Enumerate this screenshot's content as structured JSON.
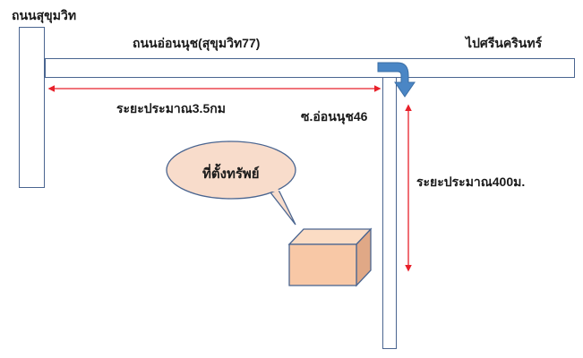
{
  "roads": {
    "sukhumvit": "ถนนสุขุมวิท",
    "on_nut": "ถนนอ่อนนุช(สุขุมวิท77)",
    "to_srinakarin": "ไปศรีนครินทร์",
    "soi": "ซ.อ่อนนุช46"
  },
  "distances": {
    "horizontal": "ระยะประมาณ3.5กม",
    "vertical": "ระยะประมาณ400ม."
  },
  "callout": "ที่ตั้งทรัพย์",
  "colors": {
    "road_border": "#4a6590",
    "arrow": "#e8202a",
    "turn_arrow": "#4a86c5",
    "callout_fill": "#f8dccb",
    "box_front": "#f8c8a6",
    "box_top": "#fbdcc4",
    "box_side": "#e0a886"
  },
  "icons": {
    "turn": "turn-down-arrow-icon",
    "property": "property-box-icon"
  }
}
